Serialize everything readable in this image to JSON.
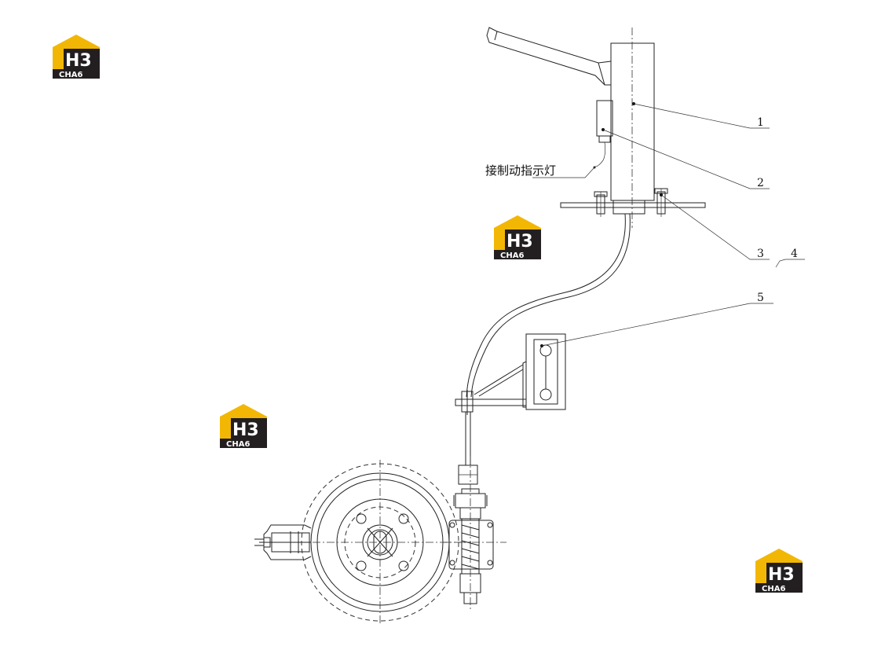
{
  "watermark": {
    "line1": "H3",
    "line2": "CHA6",
    "colors": {
      "roof": "#f2b705",
      "block": "#231f20",
      "text": "#ffffff"
    }
  },
  "diagram": {
    "callouts": [
      "1",
      "2",
      "3",
      "4",
      "5"
    ],
    "note": "接制动指示灯"
  }
}
